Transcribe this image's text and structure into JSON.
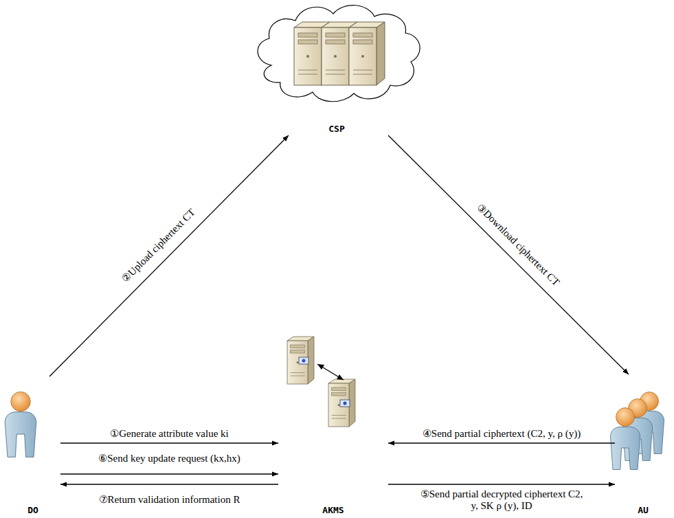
{
  "diagram": {
    "nodes": [
      {
        "text": [
          "CSP"
        ]
      },
      {
        "text": [
          "DO"
        ]
      },
      {
        "text": [
          "AKMS"
        ]
      },
      {
        "text": [
          "AU"
        ]
      }
    ],
    "edges": [
      {
        "from": 1,
        "to": 0,
        "arrow": "to",
        "label": "②Upload ciphertext CT"
      },
      {
        "from": 0,
        "to": 3,
        "arrow": "to",
        "label": "③Download ciphertext CT"
      },
      {
        "from": 1,
        "to": 2,
        "arrow": "to",
        "label": "①Generate attribute value ki"
      },
      {
        "from": 1,
        "to": 2,
        "arrow": "to",
        "label": "⑥Send key update request (kx,hx)"
      },
      {
        "from": 2,
        "to": 1,
        "arrow": "to",
        "label": "⑦Return validation information R"
      },
      {
        "from": 3,
        "to": 2,
        "arrow": "to",
        "label": "④Send partial ciphertext (C2, y, ρ (y))"
      },
      {
        "from": 2,
        "to": 3,
        "arrow": "to",
        "label": "⑤Send partial decrypted ciphertext C2, y, SK ρ (y), ID"
      }
    ]
  }
}
